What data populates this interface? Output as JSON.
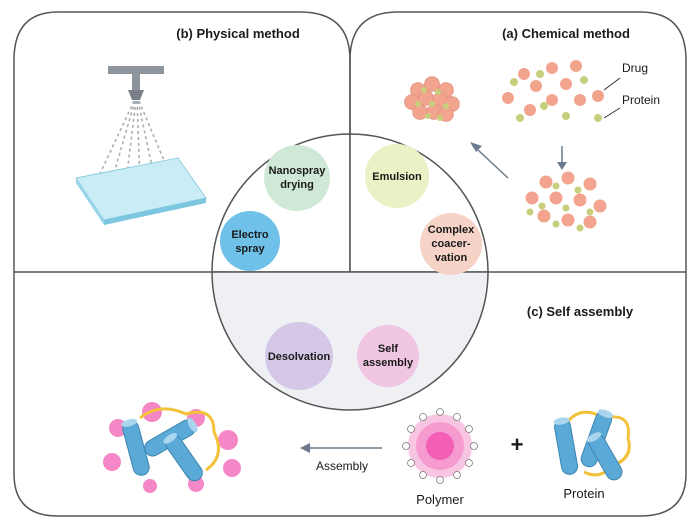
{
  "panels": {
    "physical": {
      "title": "(b) Physical method"
    },
    "chemical": {
      "title": "(a) Chemical method",
      "drug_label": "Drug",
      "protein_label": "Protein"
    },
    "self_assembly": {
      "title": "(c) Self assembly",
      "protein_label": "Protein",
      "polymer_label": "Polymer",
      "assembly_label": "Assembly",
      "plus_sign": "+"
    }
  },
  "methods": {
    "nanospray": {
      "line1": "Nanospray",
      "line2": "drying"
    },
    "electrospray": {
      "line1": "Electro",
      "line2": "spray"
    },
    "emulsion": {
      "line1": "Emulsion"
    },
    "complex": {
      "line1": "Complex",
      "line2": "coacer-",
      "line3": "vation"
    },
    "self": {
      "line1": "Self",
      "line2": "assembly"
    },
    "desolvation": {
      "line1": "Desolvation"
    }
  },
  "colors": {
    "panel_border": "#555555",
    "circle_fill": "#eef0f4",
    "nanospray": "#cfe9d6",
    "electrospray": "#6fc1ea",
    "emulsion": "#e9f2c4",
    "complex": "#f7d3c7",
    "self": "#f0c6e2",
    "desolvation": "#d5c8e6",
    "particle": "#f2a48f",
    "drug": "#c7cf7c",
    "rod": "#5aa9d6",
    "loop": "#f2c23a",
    "magenta": "#f25fb4"
  }
}
